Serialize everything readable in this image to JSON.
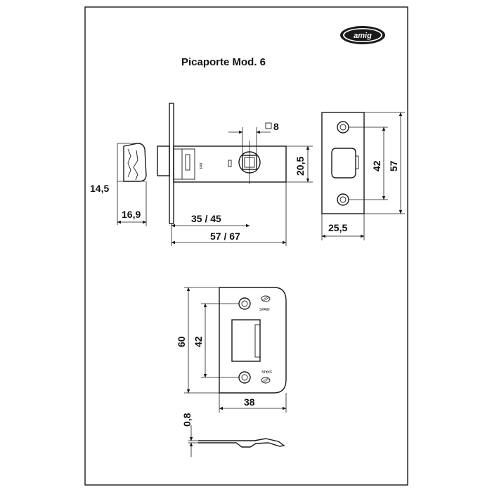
{
  "title": "Picaporte Mod. 6",
  "brand": "amig",
  "dimensions": {
    "spindle_square": "8",
    "front_height_small": "14,5",
    "front_width_small": "16,9",
    "backset": "35 / 45",
    "overall_length": "57 / 67",
    "case_height": "20,5",
    "faceplate_hole_spacing": "42",
    "faceplate_height": "57",
    "faceplate_width": "25,5",
    "strike_height": "60",
    "strike_hole_spacing": "42",
    "strike_width": "38",
    "strike_thickness": "0,8"
  },
  "markings": {
    "pat": "PAT",
    "spain_top": "SPAIN",
    "spain_bottom": "SPAIN"
  },
  "colors": {
    "line": "#1a1a1a",
    "background": "#ffffff"
  }
}
